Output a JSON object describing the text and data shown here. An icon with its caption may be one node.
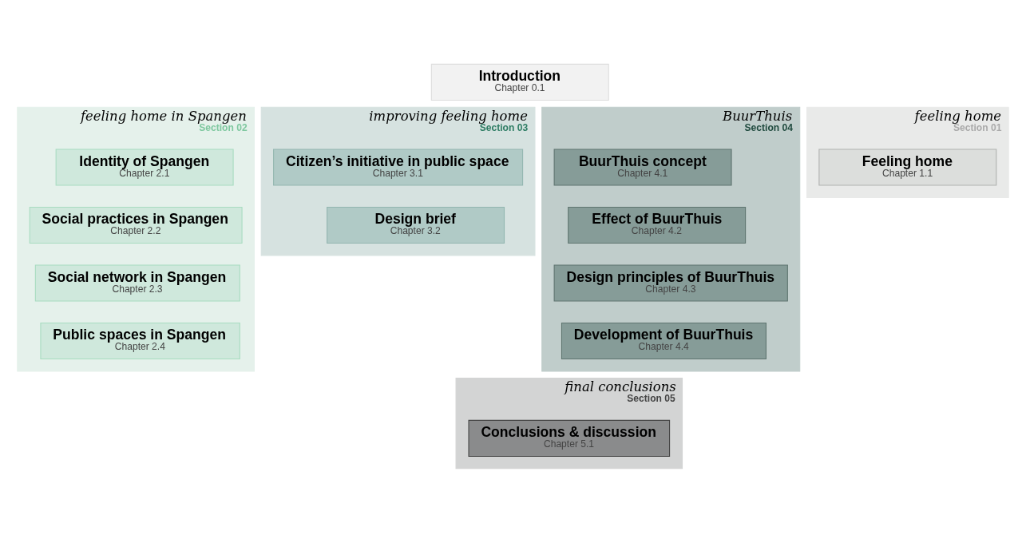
{
  "diagram": {
    "nodes": [
      {
        "text": [
          "Introduction",
          "Chapter 0.1"
        ]
      },
      {
        "text": [
          "feeling home",
          "Section 01"
        ]
      },
      {
        "text": [
          "Feeling home",
          "Chapter 1.1"
        ],
        "in": 1
      },
      {
        "text": [
          "feeling home in Spangen",
          "Section 02"
        ]
      },
      {
        "text": [
          "Identity of Spangen",
          "Chapter 2.1"
        ],
        "in": 3
      },
      {
        "text": [
          "Social practices in Spangen",
          "Chapter 2.2"
        ],
        "in": 3
      },
      {
        "text": [
          "Social network in Spangen",
          "Chapter 2.3"
        ],
        "in": 3
      },
      {
        "text": [
          "Public spaces in Spangen",
          "Chapter 2.4"
        ],
        "in": 3
      },
      {
        "text": [
          "improving feeling home",
          "Section 03"
        ]
      },
      {
        "text": [
          "Citizen’s initiative in public space",
          "Chapter 3.1"
        ],
        "in": 8
      },
      {
        "text": [
          "Design brief",
          "Chapter 3.2"
        ],
        "in": 8
      },
      {
        "text": [
          "BuurThuis",
          "Section 04"
        ]
      },
      {
        "text": [
          "BuurThuis concept",
          "Chapter 4.1"
        ],
        "in": 11
      },
      {
        "text": [
          "Effect of BuurThuis",
          "Chapter 4.2"
        ],
        "in": 11
      },
      {
        "text": [
          "Design principles of BuurThuis",
          "Chapter 4.3"
        ],
        "in": 11
      },
      {
        "text": [
          "Development of BuurThuis",
          "Chapter 4.4"
        ],
        "in": 11
      },
      {
        "text": [
          "final conclusions",
          "Section 05"
        ]
      },
      {
        "text": [
          "Conclusions & discussion",
          "Chapter 5.1"
        ],
        "in": 16
      }
    ],
    "edges": []
  }
}
